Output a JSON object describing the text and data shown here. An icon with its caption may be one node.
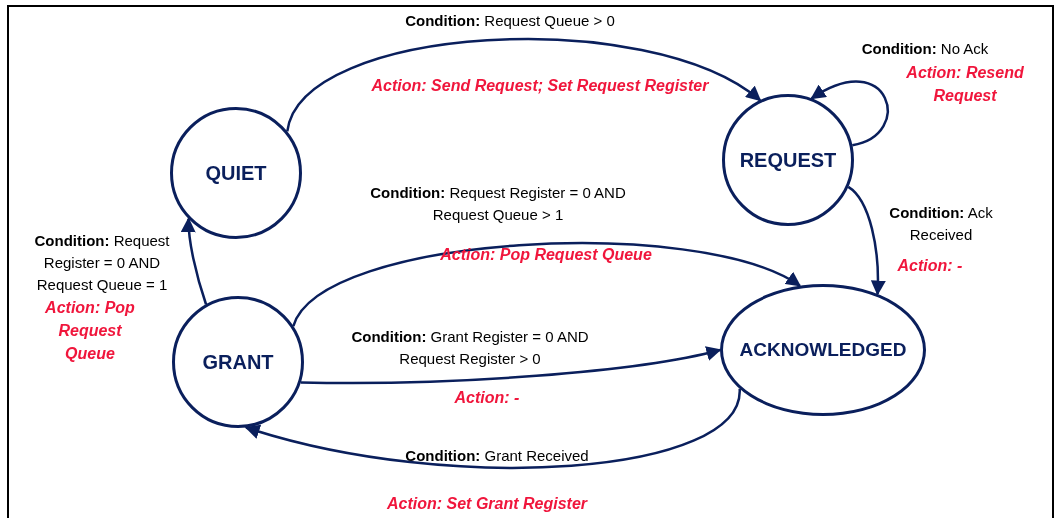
{
  "diagram": {
    "nodes": [
      {
        "text": [
          "QUIET"
        ]
      },
      {
        "text": [
          "REQUEST"
        ]
      },
      {
        "text": [
          "GRANT"
        ]
      },
      {
        "text": [
          "ACKNOWLEDGED"
        ]
      }
    ],
    "edges": [
      {
        "from": 0,
        "to": 1,
        "arrow": "to",
        "label": "**Condition:** Request Queue > 0"
      },
      {
        "from": 1,
        "to": 1,
        "arrow": "to",
        "label": "**Condition:** No Ack"
      },
      {
        "from": 1,
        "to": 3,
        "arrow": "to",
        "label": "**Condition:** Ack Received"
      },
      {
        "from": 2,
        "to": 3,
        "arrow": "to",
        "label": "**Condition:** Request Register = 0 AND Request Queue > 1"
      },
      {
        "from": 2,
        "to": 3,
        "arrow": "to",
        "label": "**Condition:** Grant Register = 0 AND Request Register > 0"
      },
      {
        "from": 3,
        "to": 2,
        "arrow": "to",
        "label": "**Condition:** Grant Received"
      },
      {
        "from": 2,
        "to": 0,
        "arrow": "to",
        "label": "**Condition:** Request Register = 0 AND Request Queue = 1"
      }
    ],
    "labels": [
      "Action: Send Request; Set Request Register",
      "Action: Resend Request",
      "Action: -",
      "Action: Pop Request Queue",
      "Action: -",
      "Action: Set Grant Register",
      "Action: Pop Request Queue"
    ]
  }
}
